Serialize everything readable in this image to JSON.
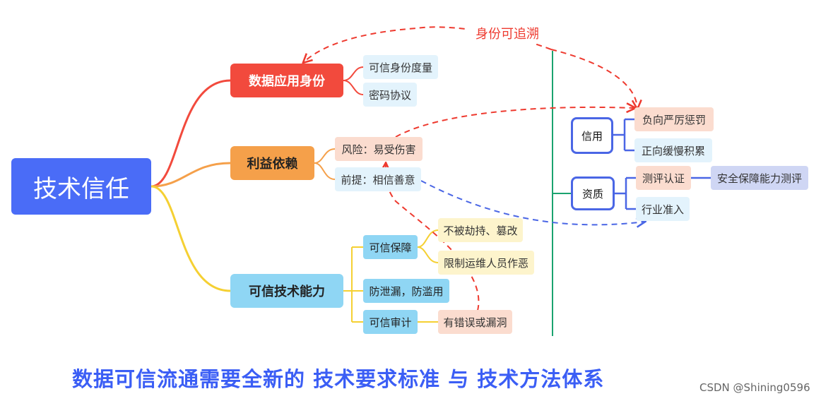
{
  "root": "技术信任",
  "branches": {
    "identity": {
      "label": "数据应用身份",
      "children": [
        "可信身份度量",
        "密码协议"
      ]
    },
    "interest": {
      "label": "利益依赖",
      "children": [
        "风险：易受伤害",
        "前提：相信善意"
      ]
    },
    "capability": {
      "label": "可信技术能力",
      "children": {
        "guarantee": {
          "label": "可信保障",
          "children": [
            "不被劫持、篡改",
            "限制运维人员作恶"
          ]
        },
        "leak": {
          "label": "防泄漏，防滥用"
        },
        "audit": {
          "label": "可信审计",
          "children": [
            "有错误或漏洞"
          ]
        }
      }
    }
  },
  "right": {
    "credit": {
      "label": "信用",
      "children": [
        "负向严厉惩罚",
        "正向缓慢积累"
      ]
    },
    "qualification": {
      "label": "资质",
      "children": [
        "测评认证",
        "行业准入"
      ],
      "cert_child": "安全保障能力测评"
    }
  },
  "annotation": "身份可追溯",
  "bottom_title": "数据可信流通需要全新的 技术要求标准 与 技术方法体系",
  "watermark": "CSDN @Shining0596",
  "colors": {
    "red_branch": "#f24a3d",
    "orange_branch": "#f5a04a",
    "yellow_branch": "#f5d033",
    "root_blue": "#4a6cf7",
    "divider_green": "#1aa36f",
    "dashed_red": "#ee3a2f",
    "dashed_blue": "#4a66e5"
  }
}
